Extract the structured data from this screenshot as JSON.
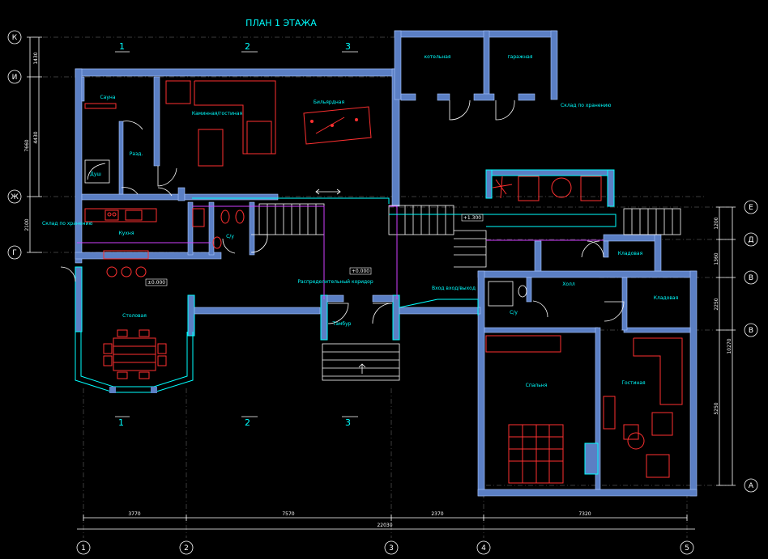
{
  "title": "ПЛАН 1 ЭТАЖА",
  "axes_letters": [
    "К",
    "И",
    "Ж",
    "Г",
    "Е",
    "Д",
    "В",
    "В",
    "А"
  ],
  "axes_numbers": [
    "1",
    "2",
    "3",
    "4",
    "5"
  ],
  "section_marks": [
    "1",
    "2",
    "3"
  ],
  "rooms": {
    "boiler": "котельная",
    "garage": "гаражная",
    "storage_right": "Склад по хранению",
    "sauna": "Сауна",
    "shower": "Душ",
    "rest": "Разд.",
    "guest": "Каминная/гостиная",
    "billiard": "Бильярдная",
    "storage_left": "Склад по хранению",
    "kitchen": "Кухня",
    "wc1": "С/у",
    "dining": "Столовая",
    "hall_corridor": "Распределительный коридор",
    "vestibule": "Тамбур",
    "entrance": "Вход вход/выход",
    "pantry": "Кладовая",
    "hall": "Холл",
    "wc2": "С/у",
    "pantry2": "Кладовая",
    "bedroom": "Спальня",
    "living": "Гостиная"
  },
  "levels": {
    "l1": "±0.000",
    "l2": "+0.000",
    "l3": "+1.300"
  },
  "dimensions": {
    "bottom": [
      "3770",
      "7570",
      "2370",
      "7320"
    ],
    "overall": "22030",
    "left": [
      "1430",
      "4430",
      "7660",
      "2100"
    ],
    "right": [
      "1200",
      "1360",
      "2250",
      "5250",
      "10270"
    ]
  }
}
